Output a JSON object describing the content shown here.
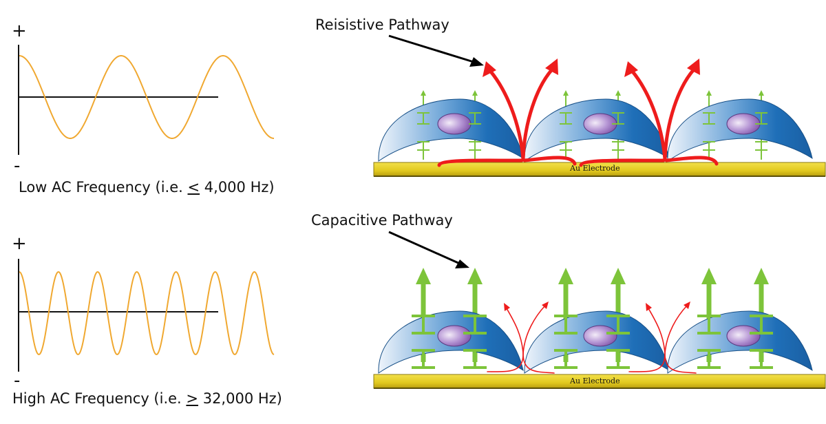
{
  "panels": {
    "low": {
      "plus": "+",
      "minus": "-",
      "caption_prefix": "Low AC Frequency (i.e. ",
      "caption_symbol": "<",
      "caption_suffix": " 4,000 Hz)",
      "pathway_label": "Reisistive Pathway",
      "electrode_label": "Au Electrode",
      "wave_cycles": 2.5
    },
    "high": {
      "plus": "+",
      "minus": "-",
      "caption_prefix": "High AC Frequency (i.e. ",
      "caption_symbol": ">",
      "caption_suffix": " 32,000 Hz)",
      "pathway_label": "Capacitive Pathway",
      "electrode_label": "Au Electrode",
      "wave_cycles": 6.5
    }
  },
  "colors": {
    "wave": "#f0a830",
    "axis": "#111111",
    "electrode": "#e8d12a",
    "electrode_edge": "#8a7a10",
    "cell_dark": "#1f6fb8",
    "cell_light": "#e6f0fa",
    "nucleus": "#8a63b5",
    "capacitor": "#7dc43a",
    "current": "#ee1c1c",
    "pointer": "#000000"
  }
}
